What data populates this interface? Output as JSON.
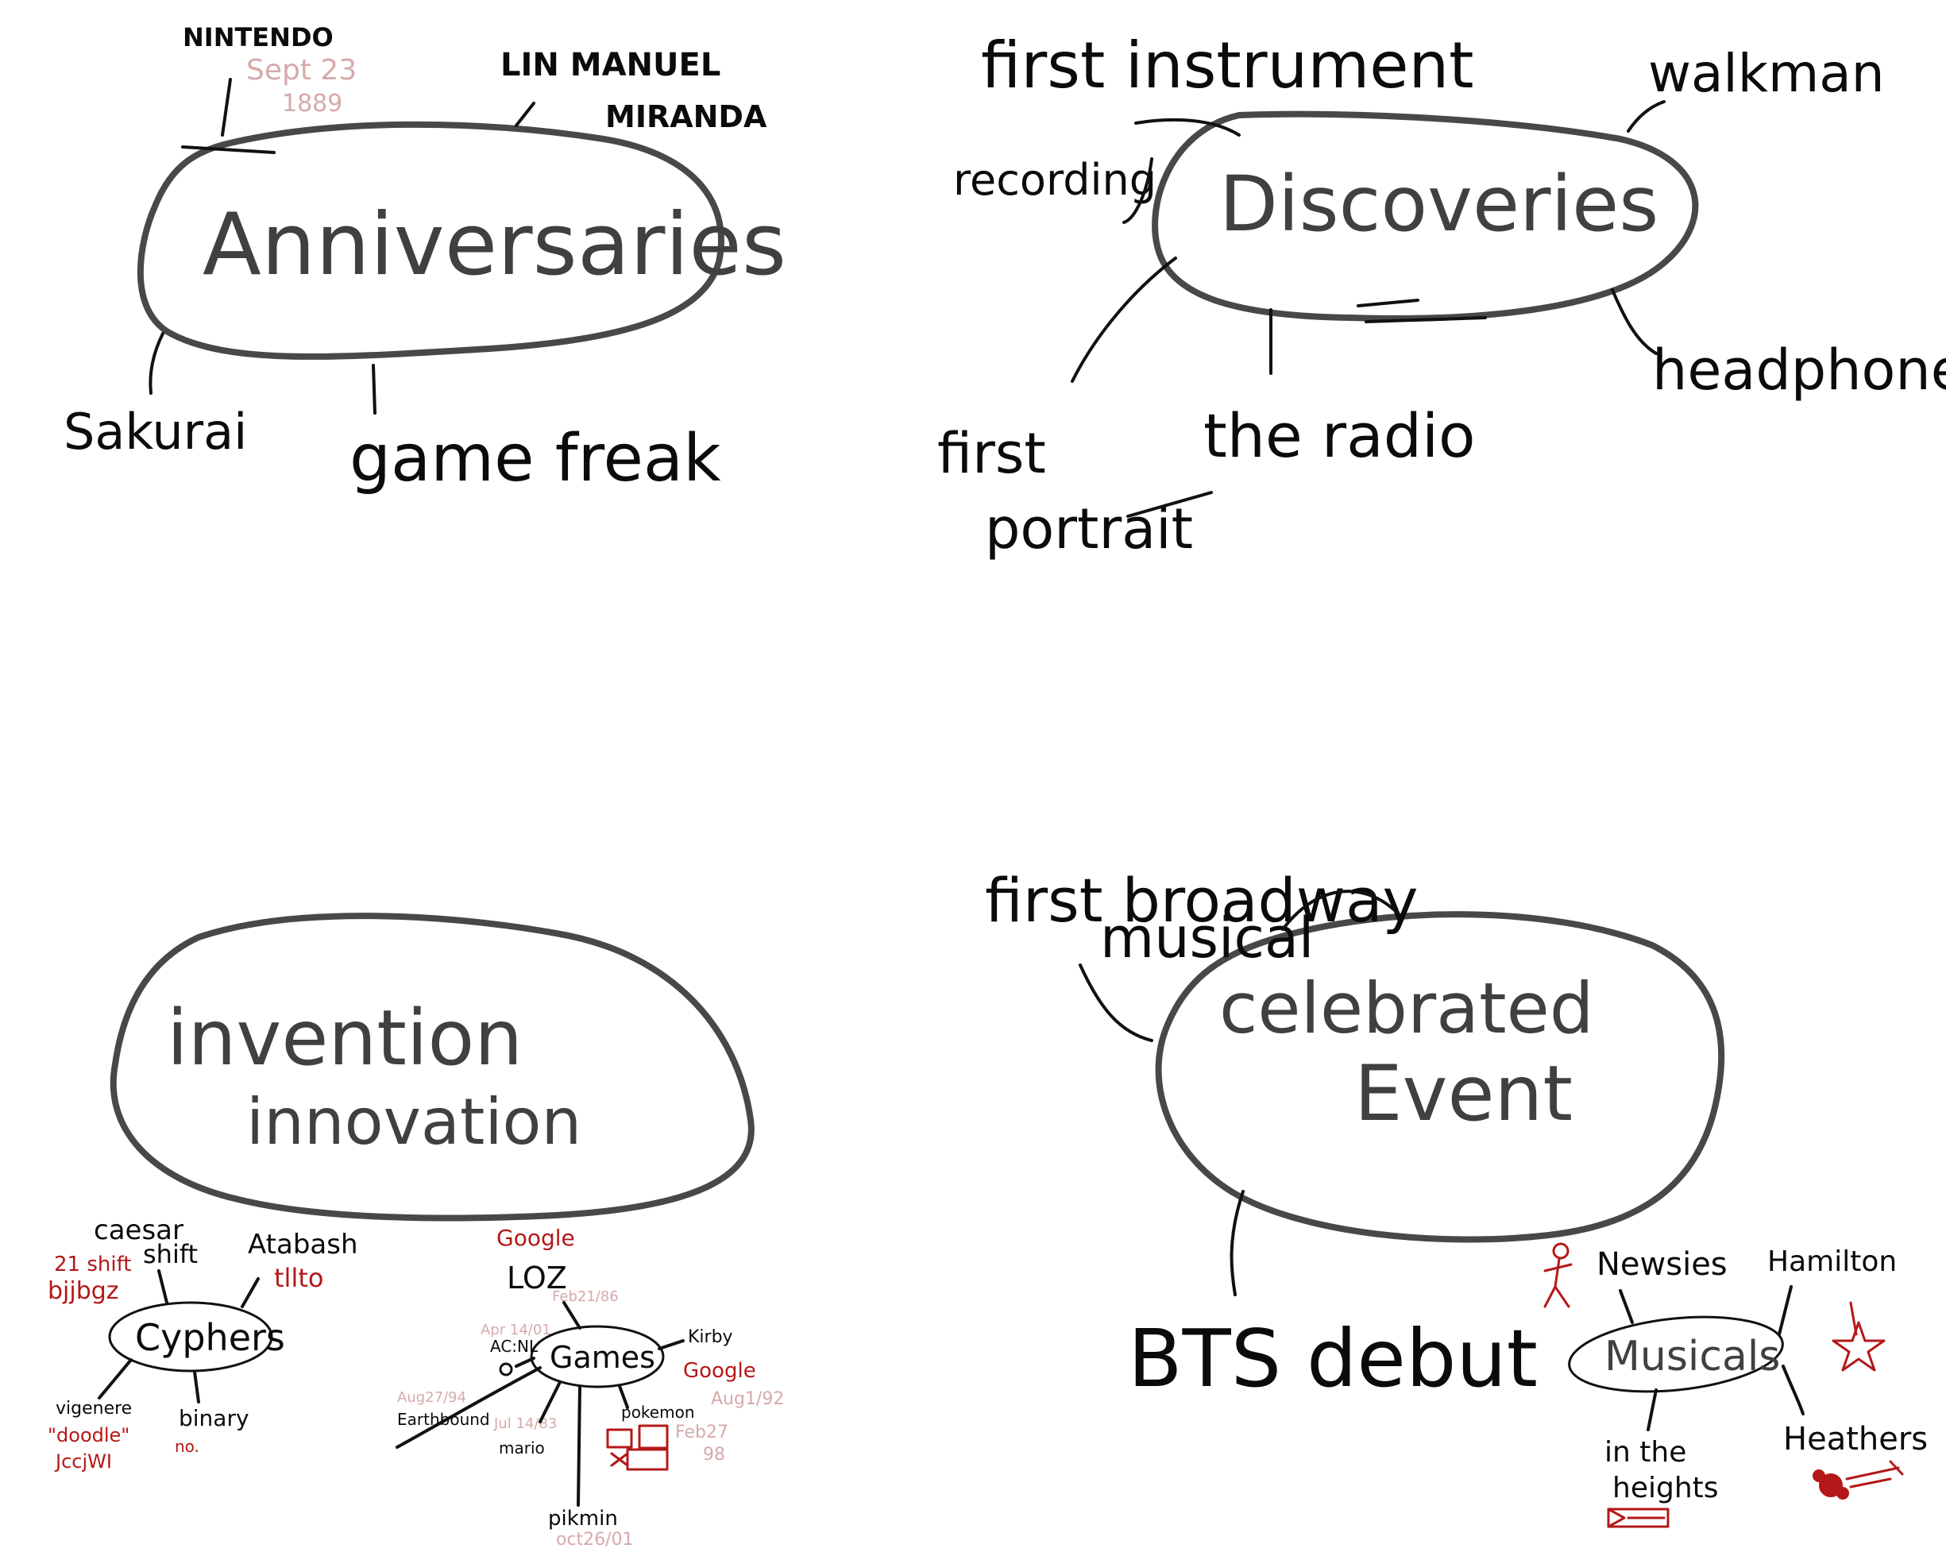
{
  "colors": {
    "ink": "#0b0b0b",
    "bubble_outline": "#484848",
    "red_ink": "#b41818",
    "pink_ink": "#d6aaaa"
  },
  "anniversaries": {
    "center": "Anniversaries",
    "nintendo": "NINTENDO",
    "nintendo_date_1": "Sept 23",
    "nintendo_date_2": "1889",
    "lin_1": "LIN MANUEL",
    "lin_2": "MIRANDA",
    "sakurai": "Sakurai",
    "gamefreak": "game freak"
  },
  "discoveries": {
    "center": "Discoveries",
    "first_instrument": "first instrument",
    "recording": "recording",
    "walkman": "walkman",
    "headphones": "headphones",
    "radio": "the radio",
    "first_1": "first",
    "portrait": "portrait"
  },
  "invention": {
    "center_1": "invention",
    "center_2": "innovation",
    "cyphers": {
      "center": "Cyphers",
      "caesar_1": "caesar",
      "caesar_2": "shift",
      "shift_note_1": "21 shift",
      "shift_note_2": "bjjbgz",
      "atbash": "Atabash",
      "atbash_note": "tllto",
      "vigenere": "vigenere",
      "doodle": "\"doodle\"",
      "doodle_code": "JccjWI",
      "binary": "binary",
      "binary_note": "no."
    },
    "games": {
      "center": "Games",
      "google_top": "Google",
      "loz": "LOZ",
      "loz_date": "Feb21/86",
      "acnl_date": "Apr 14/01",
      "acnl": "AC:NL",
      "kirby": "Kirby",
      "google_right": "Google",
      "kirby_date": "Aug1/92",
      "earthbound_date": "Aug27/94",
      "earthbound": "Earthbound",
      "mario_date": "Jul 14/83",
      "mario": "mario",
      "pokemon": "pokemon",
      "pokemon_date_1": "Feb27",
      "pokemon_date_2": "98",
      "pikmin": "pikmin",
      "pikmin_date": "oct26/01"
    }
  },
  "celebrated": {
    "center_1": "celebrated",
    "center_2": "Event",
    "broadway_1": "first broadway",
    "broadway_2": "musical",
    "bts": "BTS debut",
    "musicals": {
      "center": "Musicals",
      "newsies": "Newsies",
      "hamilton": "Hamilton",
      "heights_1": "in the",
      "heights_2": "heights",
      "heathers": "Heathers"
    }
  }
}
